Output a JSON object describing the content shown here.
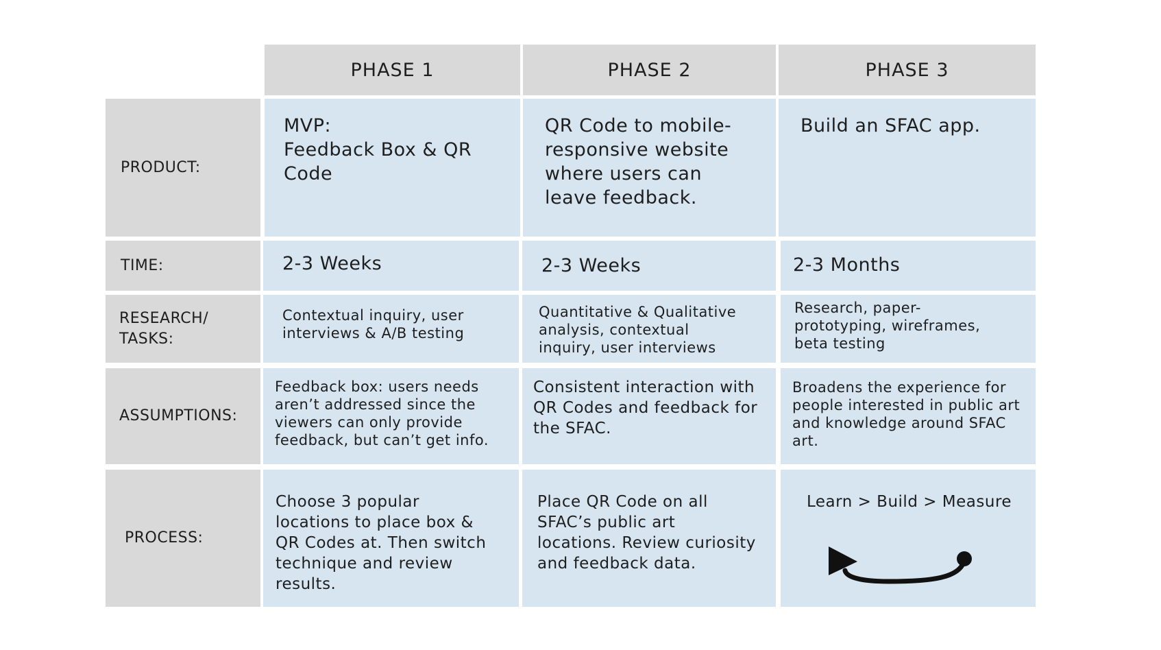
{
  "headers": [
    "PHASE 1",
    "PHASE 2",
    "PHASE 3"
  ],
  "rows": [
    {
      "label": "PRODUCT:",
      "cells": [
        "MVP:\nFeedback Box & QR\nCode",
        "QR Code to mobile-\nresponsive website\nwhere users can\nleave feedback.",
        "Build an SFAC app."
      ]
    },
    {
      "label": "TIME:",
      "cells": [
        "2-3 Weeks",
        "2-3 Weeks",
        "2-3 Months"
      ]
    },
    {
      "label": "RESEARCH/\nTASKS:",
      "cells": [
        "Contextual inquiry, user\ninterviews & A/B testing",
        "Quantitative & Qualitative\nanalysis, contextual\ninquiry, user interviews",
        "Research, paper-\nprototyping, wireframes,\nbeta testing"
      ]
    },
    {
      "label": "ASSUMPTIONS:",
      "cells": [
        "Feedback box: users needs\naren’t addressed since the\nviewers can only provide\nfeedback, but can’t get info.",
        "Consistent interaction with\nQR Codes and feedback for\nthe SFAC.",
        "Broadens the experience for\npeople interested in public art\nand knowledge around SFAC\nart."
      ]
    },
    {
      "label": "PROCESS:",
      "cells": [
        "Choose 3 popular\nlocations to place box &\nQR Codes at. Then switch\ntechnique and review\nresults.",
        "Place QR Code on all\nSFAC’s public art\nlocations. Review curiosity\nand feedback data.",
        "Learn > Build > Measure"
      ]
    }
  ]
}
